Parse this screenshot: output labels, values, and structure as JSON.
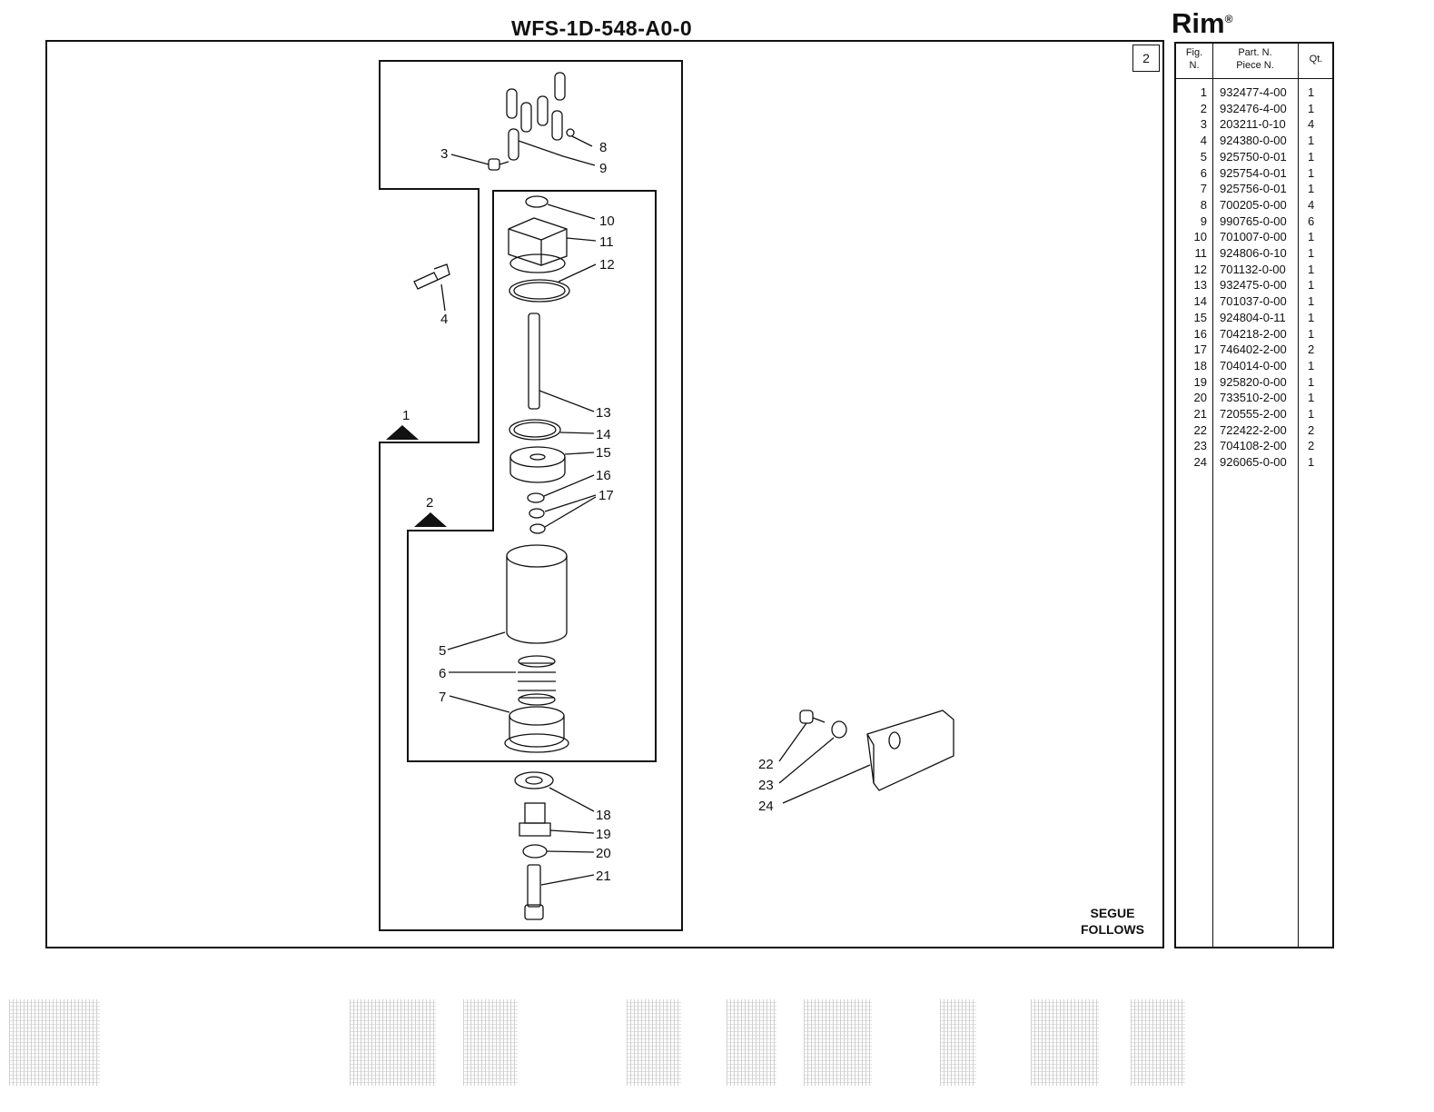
{
  "header": {
    "title": "WFS-1D-548-A0-0",
    "brand": "Rim",
    "brand_mark": "®"
  },
  "page_number": "2",
  "footer": {
    "line1": "SEGUE",
    "line2": "FOLLOWS"
  },
  "parts_list": {
    "headers": {
      "fig_line1": "Fig.",
      "fig_line2": "N.",
      "part_line1": "Part. N.",
      "part_line2": "Piece N.",
      "qty": "Qt."
    },
    "rows": [
      {
        "fig": "1",
        "part": "932477-4-00",
        "qty": "1"
      },
      {
        "fig": "2",
        "part": "932476-4-00",
        "qty": "1"
      },
      {
        "fig": "3",
        "part": "203211-0-10",
        "qty": "4"
      },
      {
        "fig": "4",
        "part": "924380-0-00",
        "qty": "1"
      },
      {
        "fig": "5",
        "part": "925750-0-01",
        "qty": "1"
      },
      {
        "fig": "6",
        "part": "925754-0-01",
        "qty": "1"
      },
      {
        "fig": "7",
        "part": "925756-0-01",
        "qty": "1"
      },
      {
        "fig": "8",
        "part": "700205-0-00",
        "qty": "4"
      },
      {
        "fig": "9",
        "part": "990765-0-00",
        "qty": "6"
      },
      {
        "fig": "10",
        "part": "701007-0-00",
        "qty": "1"
      },
      {
        "fig": "11",
        "part": "924806-0-10",
        "qty": "1"
      },
      {
        "fig": "12",
        "part": "701132-0-00",
        "qty": "1"
      },
      {
        "fig": "13",
        "part": "932475-0-00",
        "qty": "1"
      },
      {
        "fig": "14",
        "part": "701037-0-00",
        "qty": "1"
      },
      {
        "fig": "15",
        "part": "924804-0-11",
        "qty": "1"
      },
      {
        "fig": "16",
        "part": "704218-2-00",
        "qty": "1"
      },
      {
        "fig": "17",
        "part": "746402-2-00",
        "qty": "2"
      },
      {
        "fig": "18",
        "part": "704014-0-00",
        "qty": "1"
      },
      {
        "fig": "19",
        "part": "925820-0-00",
        "qty": "1"
      },
      {
        "fig": "20",
        "part": "733510-2-00",
        "qty": "1"
      },
      {
        "fig": "21",
        "part": "720555-2-00",
        "qty": "1"
      },
      {
        "fig": "22",
        "part": "722422-2-00",
        "qty": "2"
      },
      {
        "fig": "23",
        "part": "704108-2-00",
        "qty": "2"
      },
      {
        "fig": "24",
        "part": "926065-0-00",
        "qty": "1"
      }
    ]
  },
  "callouts": [
    "1",
    "2",
    "3",
    "4",
    "5",
    "6",
    "7",
    "8",
    "9",
    "10",
    "11",
    "12",
    "13",
    "14",
    "15",
    "16",
    "17",
    "18",
    "19",
    "20",
    "21",
    "22",
    "23",
    "24"
  ],
  "group_markers": [
    "1",
    "2"
  ]
}
